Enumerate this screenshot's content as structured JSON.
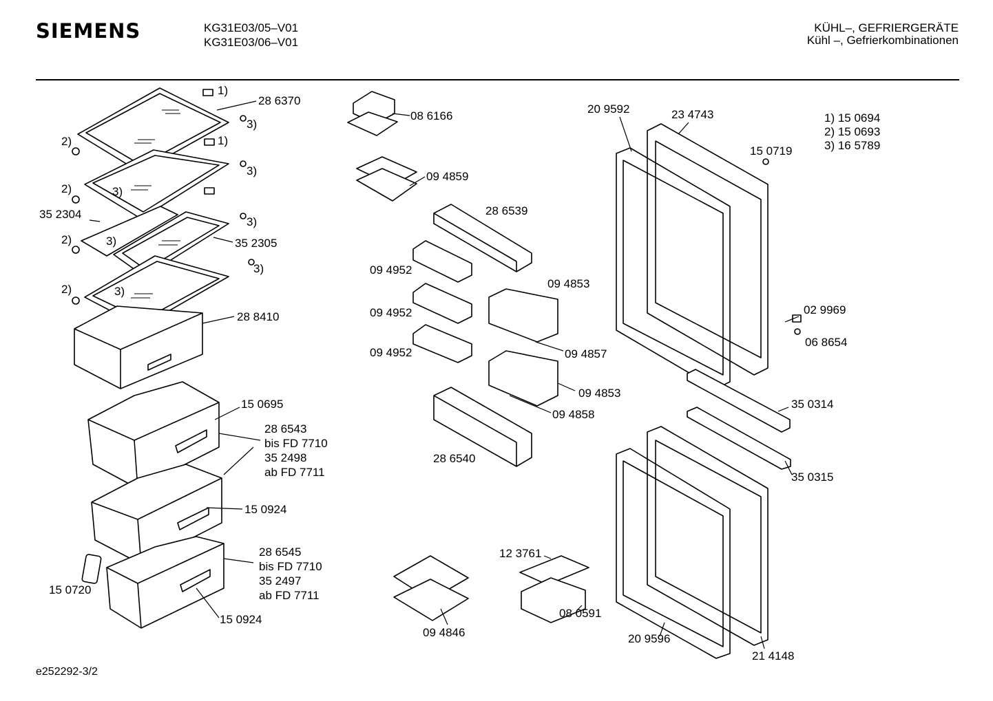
{
  "header": {
    "brand": "SIEMENS",
    "models": [
      "KG31E03/05–V01",
      "KG31E03/06–V01"
    ],
    "category_upper": "KÜHL–, GEFRIERGERÄTE",
    "category_lower": "Kühl –, Gefrierkombinationen"
  },
  "footnotes": [
    "1)  15 0694",
    "2)  15 0693",
    "3)  16 5789"
  ],
  "labels": {
    "l286370": "28 6370",
    "l352304": "35 2304",
    "l352305": "35 2305",
    "l288410": "28 8410",
    "l150695": "15 0695",
    "l286543_block": [
      "28 6543",
      "bis FD 7710",
      "35 2498",
      "ab FD 7711"
    ],
    "l150924a": "15 0924",
    "l286545_block": [
      "28 6545",
      "bis FD 7710",
      "35 2497",
      "ab FD 7711"
    ],
    "l150720": "15 0720",
    "l150924b": "15 0924",
    "l086166": "08 6166",
    "l094859": "09 4859",
    "l286539": "28 6539",
    "l094952a": "09 4952",
    "l094952b": "09 4952",
    "l094952c": "09 4952",
    "l094853a": "09 4853",
    "l094857": "09 4857",
    "l094853b": "09 4853",
    "l094858": "09 4858",
    "l286540": "28 6540",
    "l094846": "09 4846",
    "l123761": "12 3761",
    "l080591": "08 0591",
    "l209592": "20 9592",
    "l234743": "23 4743",
    "l150719": "15 0719",
    "l029969": "02 9969",
    "l068654": "06 8654",
    "l350314": "35 0314",
    "l350315": "35 0315",
    "l209596": "20 9596",
    "l214148": "21 4148",
    "m1a": "1)",
    "m1b": "1)",
    "m2a": "2)",
    "m2b": "2)",
    "m2c": "2)",
    "m2d": "2)",
    "m3a": "3)",
    "m3b": "3)",
    "m3c": "3)",
    "m3d": "3)",
    "m3e": "3)",
    "m3f": "3)",
    "m3g": "3)"
  },
  "footer": {
    "drawing_id": "e252292-3/2"
  }
}
